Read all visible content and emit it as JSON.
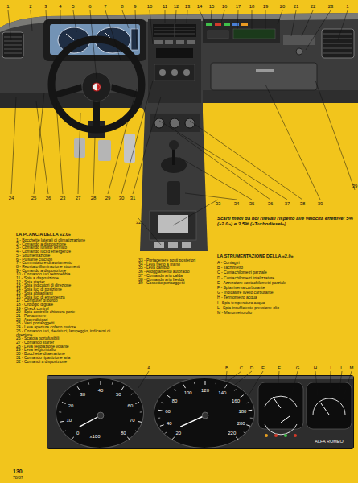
{
  "diagram": {
    "nodes": [
      {
        "text": [
          "ALFA ROMEO"
        ]
      },
      {
        "text": [
          "0",
          "10",
          "20",
          "30",
          "40",
          "50",
          "60",
          "70",
          "80",
          "x100"
        ],
        "in": 0
      },
      {
        "text": [
          "20",
          "40",
          "60",
          "80",
          "100",
          "120",
          "140",
          "160",
          "180",
          "200",
          "220"
        ],
        "in": 0
      }
    ],
    "labels": [
      "1",
      "2",
      "3",
      "4",
      "5",
      "6",
      "7",
      "8",
      "9",
      "10",
      "11",
      "12",
      "13",
      "14",
      "15",
      "16",
      "17",
      "18",
      "19",
      "20",
      "21",
      "22",
      "23",
      "1",
      "24",
      "25",
      "26",
      "23",
      "27",
      "28",
      "29",
      "30",
      "31",
      "32",
      "33",
      "34",
      "35",
      "36",
      "37",
      "38",
      "39",
      "39",
      "Scarti medi da noi rilevati rispetto alle velocità effettive: 5% («2.0») e 3,5% («Turbodiesel»)",
      "LA PLANCIA DELLA «2.0»",
      "1 - Bocchette laterali di climatizzazione",
      "2 - Comando a disposizione",
      "3 - Comando lunotto termico",
      "4 - Comando luci d'emergenze",
      "5 - Strumentazione",
      "6 - Pulsante clacson",
      "7 - Commutatore di avviamento",
      "8 - Reostato illuminazione strumenti",
      "9 - Comando a disposizione",
      "10 - Comando luci retronebbia",
      "11 - Spia a disposizione",
      "12 - Spia starter",
      "13 - Spia indicatori di direzione",
      "14 - Spia luci di posizione",
      "15 - Spia abbaglianti",
      "16 - Spia luci di emergenza",
      "17 - Computer di bordo",
      "18 - Orologio digitale",
      "19 - Check control",
      "20 - Spia controllo chiusura porte",
      "21 - Portacenere",
      "22 - Accendisigari",
      "23 - Vani portaoggetti",
      "24 - Leva apertura cofano motore",
      "25 - Comando luci, deviatuci, lampeggio, indicatori di direzione",
      "26 - Scatola portafusibili",
      "27 - Comando starter",
      "28 - Leva regolazione volante",
      "29 - Leva tergicristallo",
      "30 - Bocchette di aerazione",
      "31 - Comando ripartizione aria",
      "32 - Comandi a disposizione",
      "33 - Portacenere posti posteriori",
      "34 - Leva freno a mano",
      "35 - Leva cambio",
      "36 - Alloggiamento autoradio",
      "37 - Comando aria calda",
      "38 - Comando aria fredda",
      "39 - Cassetto portaoggetti",
      "LA STRUMENTAZIONE DELLA «2.0»",
      "A - Contagiri",
      "B - Tachimetro",
      "C - Contachilometri parziale",
      "D - Contachilometri totalizzatore",
      "E - Azzeratore contachilometri parziale",
      "F - Spia riserva carburante",
      "G - Indicatore livello carburante",
      "H - Termometro acqua",
      "I - Spia temperatura acqua",
      "L - Spia insufficiente pressione olio",
      "M - Manometro olio",
      "A",
      "B",
      "C",
      "D",
      "E",
      "F",
      "G",
      "H",
      "I",
      "L",
      "M",
      "130",
      "78/87"
    ]
  }
}
